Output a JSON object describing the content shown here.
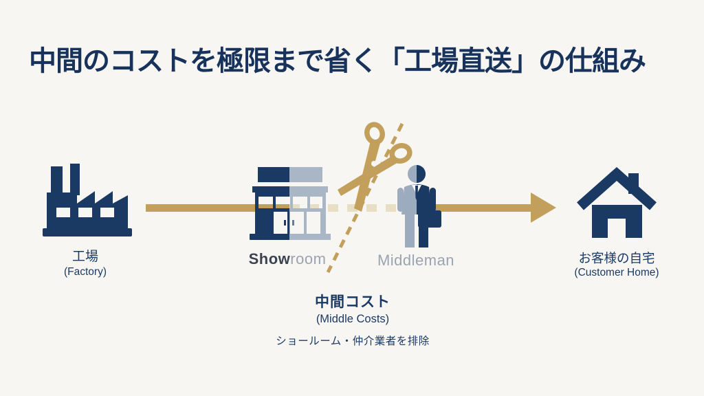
{
  "title": "中間のコストを極限まで省く「工場直送」の仕組み",
  "colors": {
    "bg": "#f7f6f3",
    "navy": "#1b3a63",
    "title": "#17335c",
    "gold": "#c2a05c",
    "beige": "#e8dec4",
    "muted": "#a9b6c6",
    "muted2": "#9cabbd",
    "graylabel": "#9aa4b0",
    "showlabel": "#3a4350",
    "white": "#ffffff"
  },
  "nodes": {
    "factory": {
      "label": "工場",
      "sublabel": "(Factory)"
    },
    "showroom": {
      "label_strong": "Show",
      "label_muted": "room"
    },
    "middleman": {
      "label": "Middleman"
    },
    "home": {
      "label": "お客様の自宅",
      "sublabel": "(Customer Home)"
    }
  },
  "middle_costs": {
    "title": "中間コスト",
    "subtitle": "(Middle Costs)",
    "note": "ショールーム・仲介業者を排除"
  }
}
